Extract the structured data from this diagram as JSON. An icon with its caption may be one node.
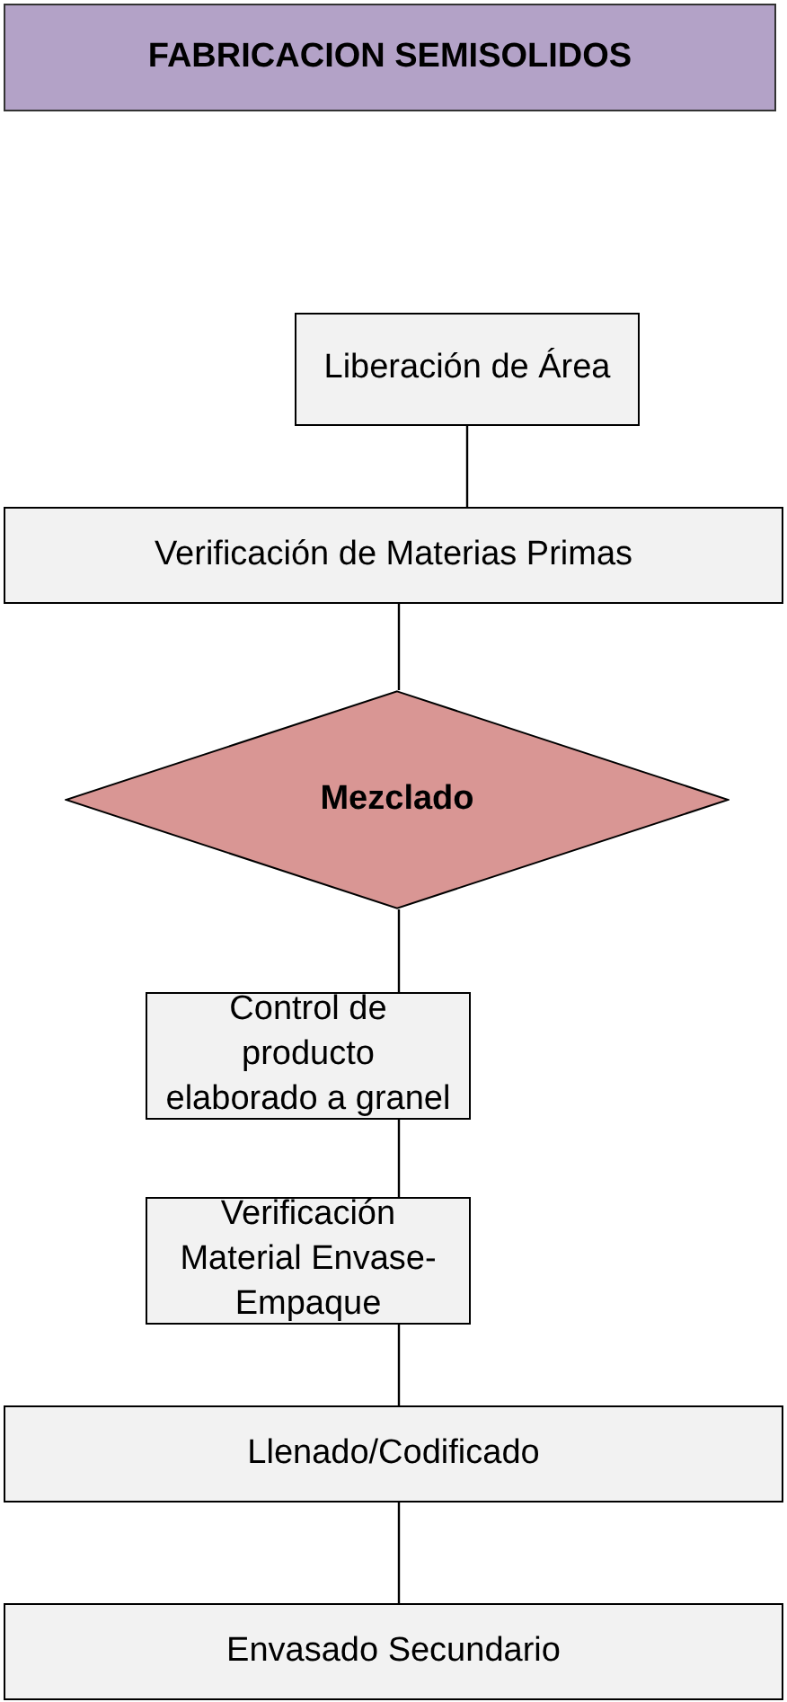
{
  "diagram": {
    "nodes": [
      {
        "text": [
          "FABRICACION SEMISOLIDOS"
        ]
      },
      {
        "text": [
          "Liberación de Área"
        ]
      },
      {
        "text": [
          "Verificación de Materias Primas"
        ]
      },
      {
        "text": [
          "Mezclado"
        ]
      },
      {
        "text": [
          "Control de producto elaborado a granel"
        ]
      },
      {
        "text": [
          "Verificación Material Envase-Empaque"
        ]
      },
      {
        "text": [
          "Llenado/Codificado"
        ]
      },
      {
        "text": [
          "Envasado Secundario"
        ]
      }
    ],
    "edges": [
      {
        "from": 1,
        "to": 2,
        "arrow": "none"
      },
      {
        "from": 2,
        "to": 3,
        "arrow": "none"
      },
      {
        "from": 3,
        "to": 4,
        "arrow": "none"
      },
      {
        "from": 4,
        "to": 5,
        "arrow": "none"
      },
      {
        "from": 5,
        "to": 6,
        "arrow": "none"
      },
      {
        "from": 6,
        "to": 7,
        "arrow": "none"
      }
    ]
  }
}
